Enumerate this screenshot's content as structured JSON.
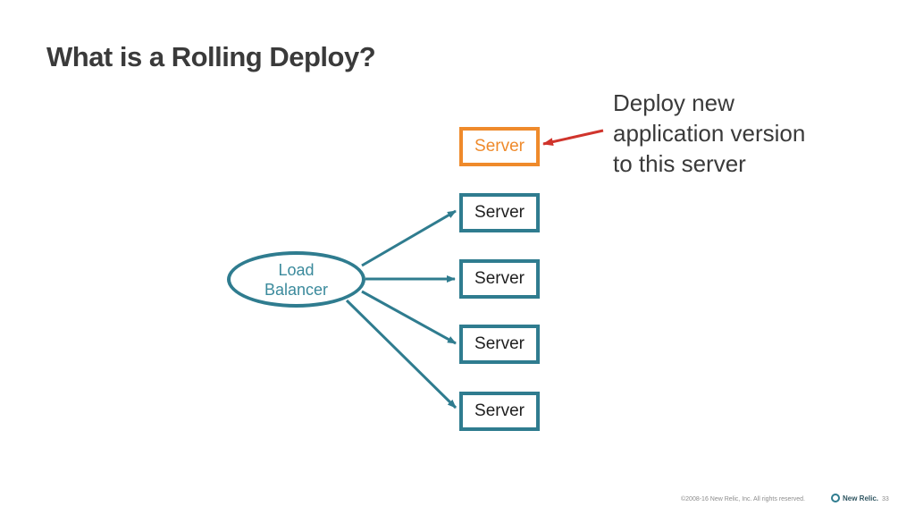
{
  "slide": {
    "title": "What is a Rolling Deploy?"
  },
  "diagram": {
    "load_balancer": {
      "line1": "Load",
      "line2": "Balancer"
    },
    "servers": [
      {
        "label": "Server",
        "highlighted": true
      },
      {
        "label": "Server",
        "highlighted": false
      },
      {
        "label": "Server",
        "highlighted": false
      },
      {
        "label": "Server",
        "highlighted": false
      },
      {
        "label": "Server",
        "highlighted": false
      }
    ],
    "callout": {
      "line1": "Deploy new",
      "line2": "application version",
      "line3": "to this server"
    },
    "colors": {
      "server_border": "#2f7c8f",
      "highlight": "#ef8a2b",
      "connector": "#2f7c8f",
      "callout_arrow": "#d0342c",
      "load_balancer_text": "#3b8a9c"
    }
  },
  "footer": {
    "copyright": "©2008-16 New Relic, Inc. All rights reserved.",
    "logo_text": "New Relic.",
    "logo_icon": "new-relic-logo-icon",
    "page_number": "33"
  }
}
